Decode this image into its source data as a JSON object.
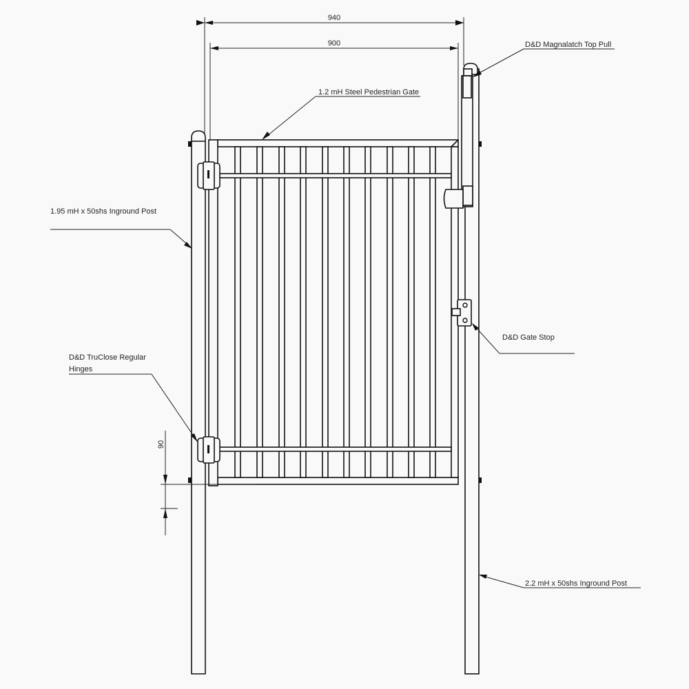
{
  "dimensions": {
    "overall_width": "940",
    "gate_width": "900",
    "ground_clearance": "90"
  },
  "labels": {
    "top_pull": "D&D Magnalatch Top Pull",
    "gate": "1.2 mH Steel Pedestrian Gate",
    "left_post": "1.95 mH x 50shs Inground Post",
    "gate_stop": "D&D Gate Stop",
    "hinges_line1": "D&D TruClose Regular",
    "hinges_line2": "Hinges",
    "right_post": "2.2 mH x 50shs Inground Post"
  }
}
